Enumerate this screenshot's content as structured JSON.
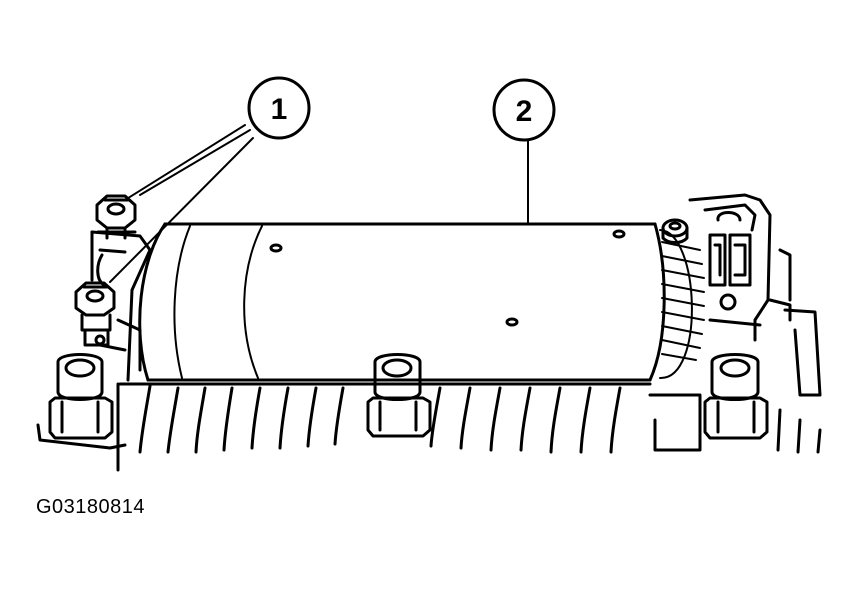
{
  "callouts": [
    {
      "id": "1",
      "label": "1"
    },
    {
      "id": "2",
      "label": "2"
    }
  ],
  "figure_code": "G03180814",
  "colors": {
    "ink": "#000000",
    "paper": "#ffffff"
  }
}
